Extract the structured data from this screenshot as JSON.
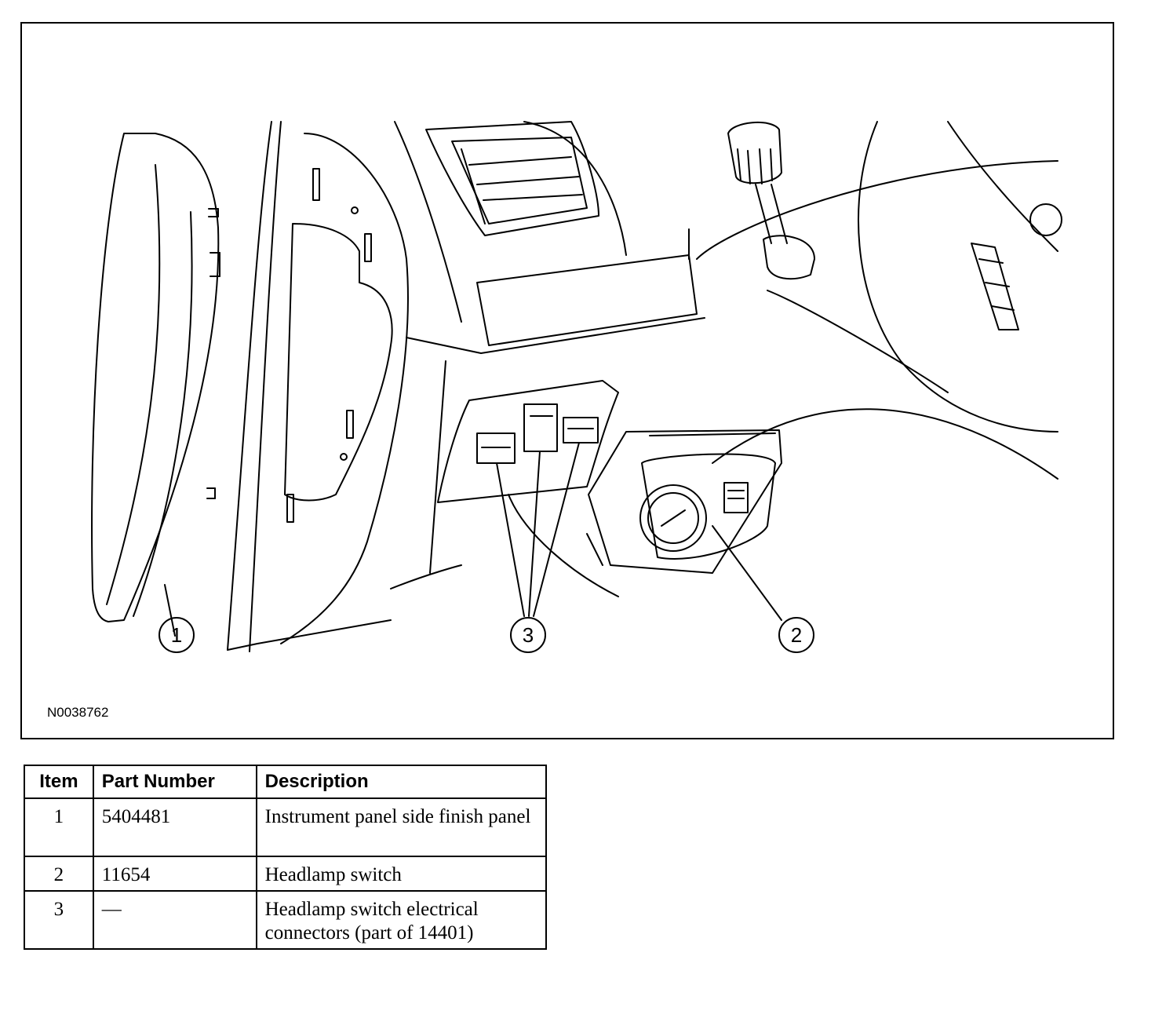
{
  "figure": {
    "id": "N0038762",
    "callouts": [
      "1",
      "2",
      "3"
    ]
  },
  "table": {
    "headers": {
      "item": "Item",
      "part_number": "Part Number",
      "description": "Description"
    },
    "rows": [
      {
        "item": "1",
        "part_number": "5404481",
        "description": "Instrument panel side finish panel"
      },
      {
        "item": "2",
        "part_number": "11654",
        "description": "Headlamp switch"
      },
      {
        "item": "3",
        "part_number": "—",
        "description": "Headlamp switch electrical connectors (part of 14401)"
      }
    ]
  }
}
